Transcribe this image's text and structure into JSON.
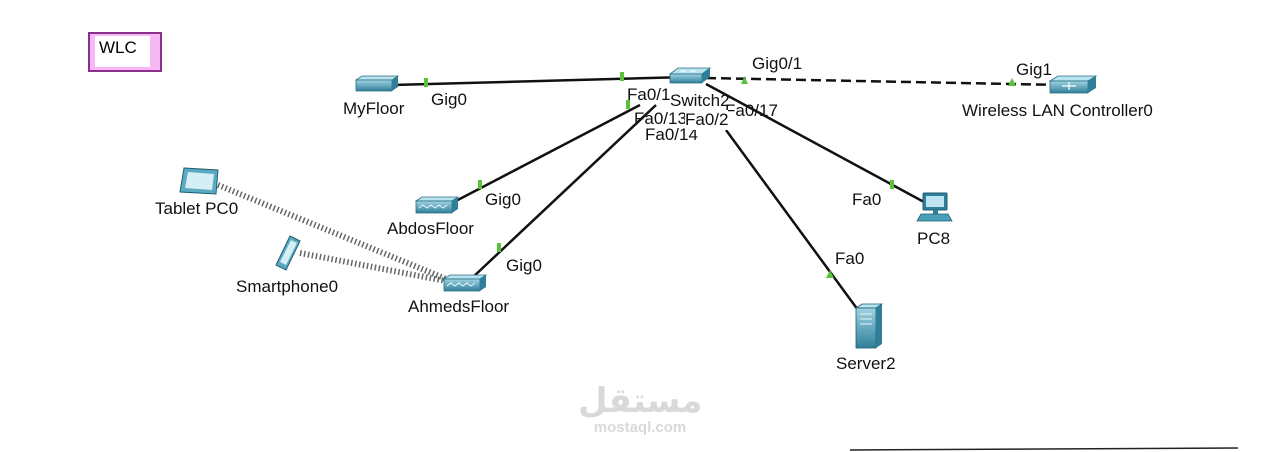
{
  "note": {
    "text": "WLC"
  },
  "devices": {
    "myfloor": "MyFloor",
    "switch": "Switch2",
    "wlc": "Wireless LAN Controller0",
    "abdos": "AbdosFloor",
    "ahmeds": "AhmedsFloor",
    "tablet": "Tablet PC0",
    "smartphone": "Smartphone0",
    "pc8": "PC8",
    "server": "Server2"
  },
  "ports": {
    "myfloor_gig0": "Gig0",
    "sw_fa0_1": "Fa0/1",
    "sw_gig0_1": "Gig0/1",
    "wlc_gig1": "Gig1",
    "sw_fa0_13": "Fa0/13",
    "sw_fa0_2": "Fa0/2",
    "sw_fa0_17": "Fa0/17",
    "sw_fa0_14": "Fa0/14",
    "abdos_gig0": "Gig0",
    "ahmeds_gig0": "Gig0",
    "pc8_fa0": "Fa0",
    "server_fa0": "Fa0"
  },
  "colors": {
    "link": "#111111",
    "link_up": "#5cc13a",
    "device": "#4a9fb8",
    "note_border": "#8a2f8a",
    "note_fill": "#f5b8f5"
  },
  "watermark": {
    "arabic": "مستقل",
    "latin": "mostaql.com"
  }
}
